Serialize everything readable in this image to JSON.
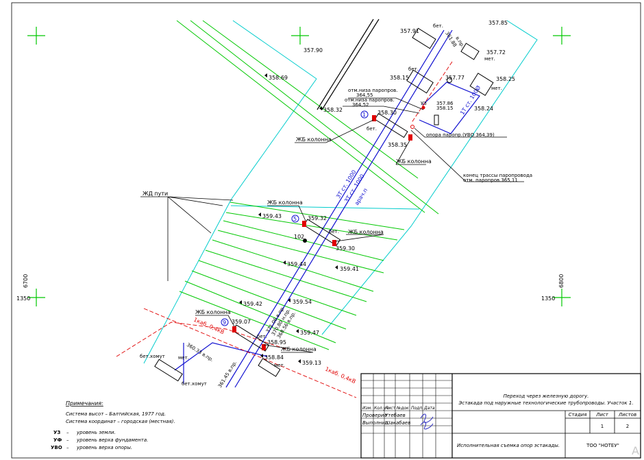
{
  "map": {
    "colors": {
      "blue": "#1010d0",
      "green": "#00c800",
      "cyan": "#00cccc",
      "red": "#e00000",
      "black": "#000000"
    },
    "elevations": {
      "e1": "357.85",
      "e2": "357.91",
      "e3": "357.72",
      "e4": "357.77",
      "e5": "358.25",
      "e6": "358.15",
      "e7": "358.24",
      "e8": "357.90",
      "e9": "358.69",
      "e10": "358.32",
      "e11": "358.30",
      "e12": "358.35",
      "e13": "359.43",
      "e14": "359.32",
      "e15": "359.30",
      "e16": "359.44",
      "e17": "359.41",
      "e18": "359.42",
      "e19": "359.54",
      "e20": "359.07",
      "e21": "359.47",
      "e22": "358.95",
      "e23": "358.84",
      "e24": "359.13",
      "e25": "357.86",
      "e26": "358.15"
    },
    "materials": {
      "bet": "бет.",
      "met": "мет.",
      "bet_homut": "бет.хомут"
    },
    "labels": {
      "zhb_kolonna": "ЖБ колонна",
      "zhd_puti": "ЖД пути",
      "otm_niza_1": "отм.низа паропров.",
      "otm_niza_val_1": "364,55",
      "otm_niza_2": "отм.низа паропров.",
      "otm_niza_val_2": "364,52",
      "uz": "УЗ",
      "opora": "опора паропр.(УВО 364,39)",
      "konec_1": "конец трассы паропровода",
      "konec_2": "отм. паропров.365,11",
      "pipe_1": "3Т ст. 1000",
      "pipe_2": "3Т ст. 1000",
      "arch": "арач.п",
      "pipe_dn": "1Т ст. 100Ø",
      "len_top": "361.88",
      "len_top_unit": "в.пр.",
      "pipes_lower_1": "371.06 в.пр.",
      "pipes_lower_2": "370.80 н.пр.",
      "pipes_lower_3": "368.56 в.пр.",
      "pipes_small_1": "360.33 в.пр.",
      "pipes_small_2": "361.45 в.пр.",
      "cable_1": "1каб. 0,4кВ",
      "cable_2": "1каб. 0,4кВ",
      "point_102": "102",
      "circle_1": "1",
      "circle_5": "5",
      "circle_9": "9"
    },
    "grid": {
      "left_coord": "1350",
      "left_vert": "6700",
      "right_coord": "1350",
      "right_vert": "6800"
    }
  },
  "notes": {
    "heading": "Примечания:",
    "line1": "Система высот – Балтийская, 1977 год.",
    "line2": "Система координат – городская (местная).",
    "legend": [
      {
        "code": "УЗ",
        "dash": "–",
        "text": "уровень земли."
      },
      {
        "code": "УФ",
        "dash": "–",
        "text": "уровень верха фундамента."
      },
      {
        "code": "УВО",
        "dash": "–",
        "text": "уровень верха опоры."
      }
    ]
  },
  "title_block": {
    "title1": "Переход через железную дорогу.",
    "title2": "Эстакада под наружные технологические трубопроводы. Участок 1.",
    "headers": {
      "izm": "Изм.",
      "kol": "Кол.уч",
      "list": "Лист",
      "ndok": "№док",
      "podp": "Подп.",
      "data": "Дата"
    },
    "row1_role": "Проверил",
    "row1_name": "Утебаев",
    "row2_role": "Выполнил",
    "row2_name": "Шакабаев",
    "stage_h": "Стадия",
    "sheet_h": "Лист",
    "sheets_h": "Листов",
    "sheet": "1",
    "sheets": "2",
    "drawing": "Исполнительная съемка опор эстакады.",
    "company": "ТОО \"НОТЕУ\"",
    "corner": "A"
  }
}
